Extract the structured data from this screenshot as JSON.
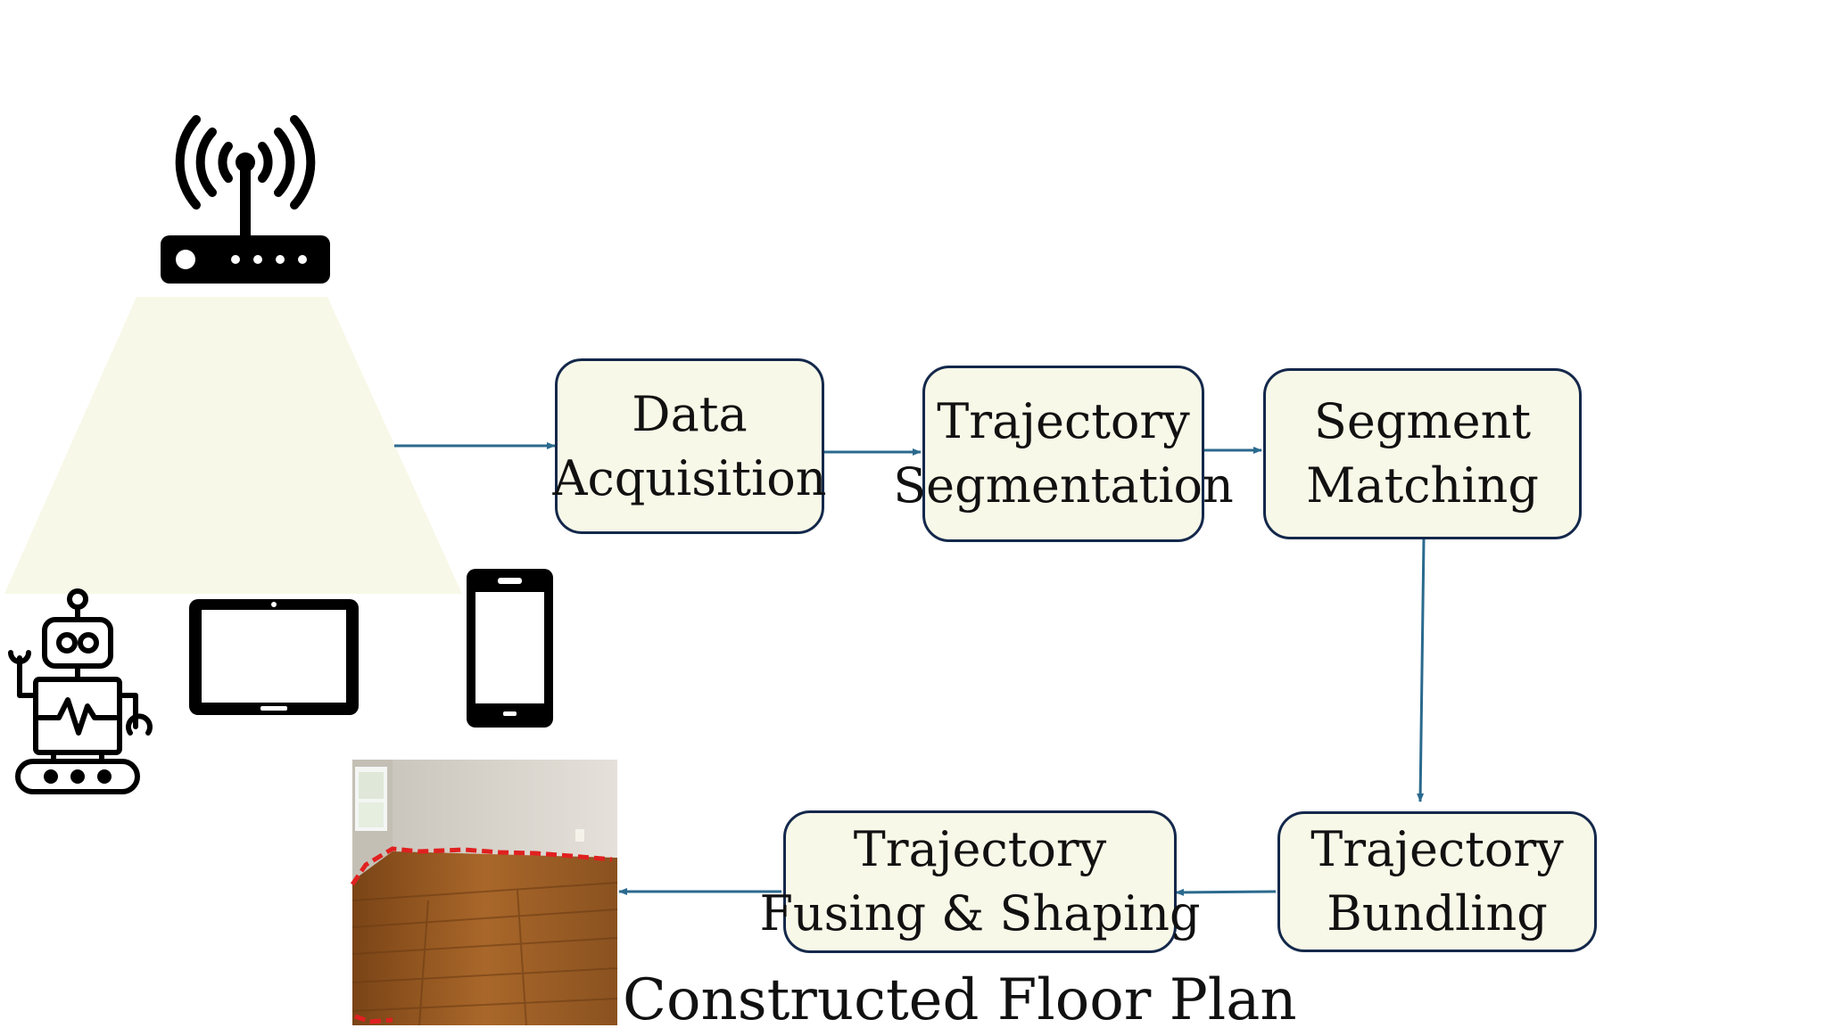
{
  "diagram": {
    "colors": {
      "node_fill": "#f8f8e8",
      "node_border": "#14284b",
      "arrow": "#2b6a8e",
      "beam": "#f8f8e8",
      "icon": "#000000",
      "floor_boundary": "#e02020"
    },
    "nodes": {
      "data_acquisition": {
        "line1": "Data",
        "line2": "Acquisition"
      },
      "trajectory_segmentation": {
        "line1": "Trajectory",
        "line2": "Segmentation"
      },
      "segment_matching": {
        "line1": "Segment",
        "line2": "Matching"
      },
      "trajectory_bundling": {
        "line1": "Trajectory",
        "line2": "Bundling"
      },
      "trajectory_fusing_shaping": {
        "line1": "Trajectory",
        "line2": "Fusing & Shaping"
      }
    },
    "caption": "Constructed Floor Plan",
    "icons": [
      "wifi-router-icon",
      "robot-icon",
      "tablet-icon",
      "smartphone-icon",
      "room-photo"
    ],
    "edges": [
      [
        "devices",
        "data_acquisition"
      ],
      [
        "data_acquisition",
        "trajectory_segmentation"
      ],
      [
        "trajectory_segmentation",
        "segment_matching"
      ],
      [
        "segment_matching",
        "trajectory_bundling"
      ],
      [
        "trajectory_bundling",
        "trajectory_fusing_shaping"
      ],
      [
        "trajectory_fusing_shaping",
        "floor_plan"
      ]
    ]
  }
}
